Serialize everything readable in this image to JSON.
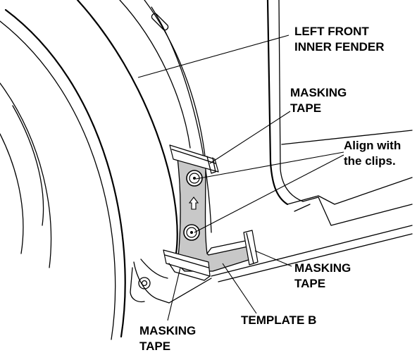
{
  "labels": {
    "inner_fender": [
      "LEFT FRONT",
      "INNER FENDER"
    ],
    "masking_tape_top": [
      "MASKING",
      "TAPE"
    ],
    "align_clips": [
      "Align with",
      "the clips."
    ],
    "masking_tape_right": [
      "MASKING",
      "TAPE"
    ],
    "template_b": "TEMPLATE B",
    "masking_tape_bottom": [
      "MASKING",
      "TAPE"
    ]
  },
  "colors": {
    "line": "#000000",
    "template_fill": "#c8c8c8",
    "tape_fill": "#ffffff",
    "background": "#ffffff"
  }
}
